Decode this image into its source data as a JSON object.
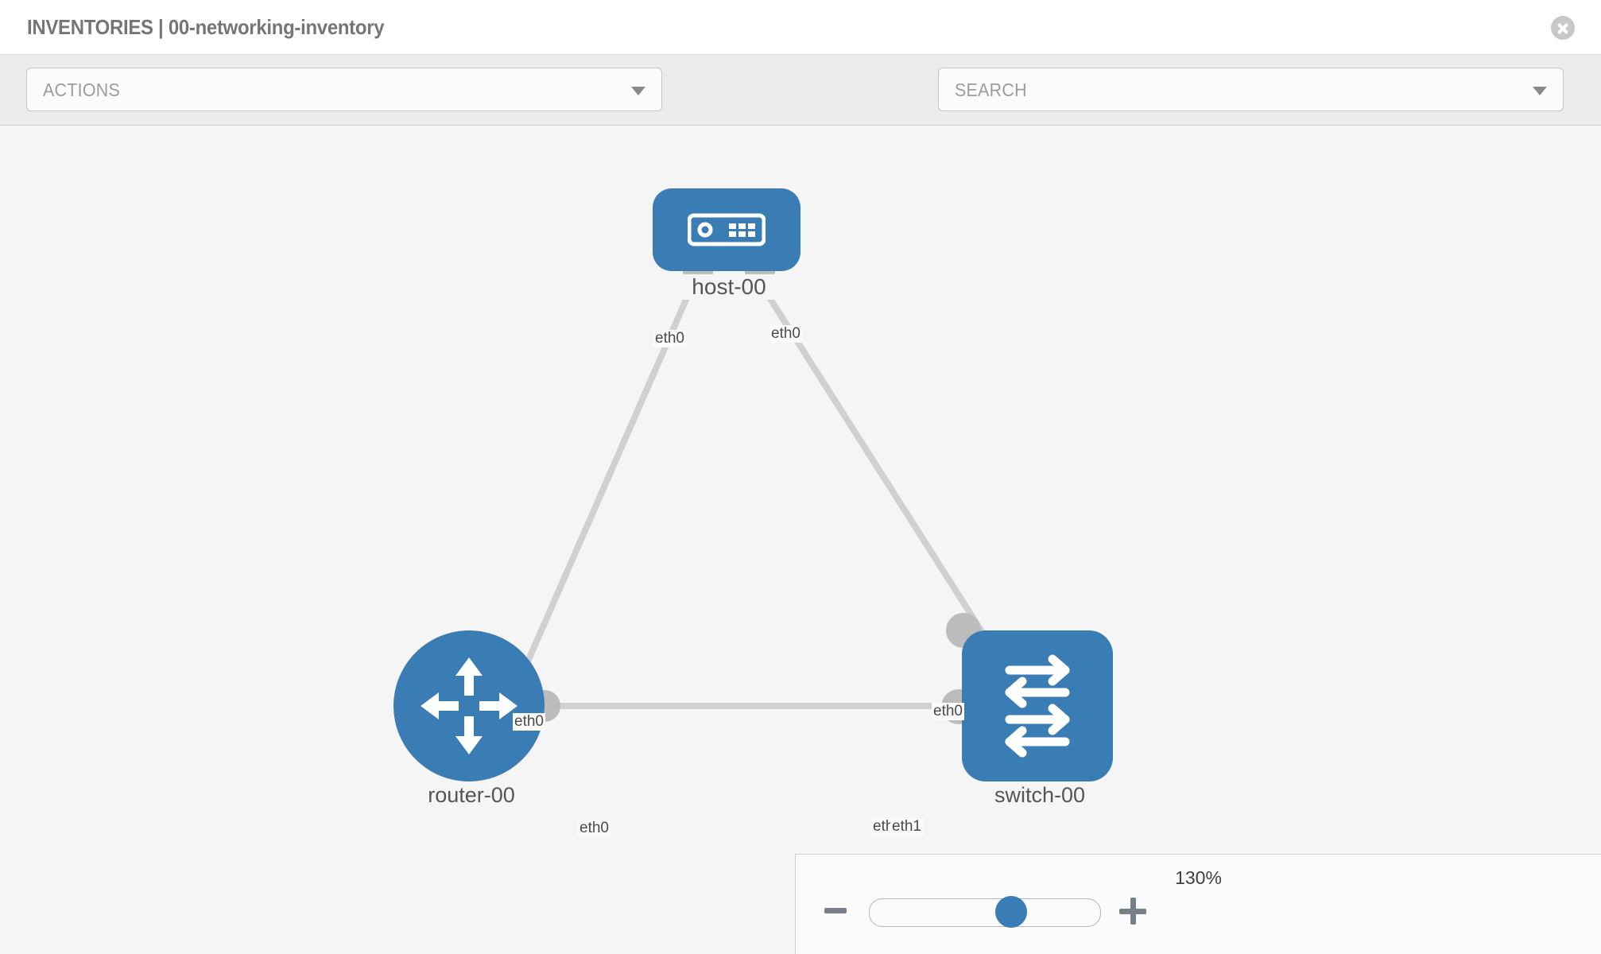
{
  "header": {
    "title": "INVENTORIES | 00-networking-inventory",
    "close_icon": "close-circle-icon"
  },
  "toolbar": {
    "actions_label": "ACTIONS",
    "search_placeholder": "SEARCH",
    "wrench_icon": "wrench-icon",
    "key_icon": "key-icon"
  },
  "topology": {
    "nodes": [
      {
        "id": "host-00",
        "label": "host-00",
        "type": "host",
        "icon": "server-icon"
      },
      {
        "id": "router-00",
        "label": "router-00",
        "type": "router",
        "icon": "router-arrows-icon"
      },
      {
        "id": "switch-00",
        "label": "switch-00",
        "type": "switch",
        "icon": "switch-arrows-icon"
      }
    ],
    "port_labels": {
      "host_left": "eth0",
      "host_right": "eth0",
      "router_up": "eth0",
      "router_right": "eth0",
      "switch_up": "eth0",
      "switch_left_back": "eth0",
      "switch_left_front": "eth1"
    },
    "links": [
      {
        "from": "host-00",
        "from_port": "eth0",
        "to": "router-00",
        "to_port": "eth0"
      },
      {
        "from": "host-00",
        "from_port": "eth0",
        "to": "switch-00",
        "to_port": "eth0"
      },
      {
        "from": "router-00",
        "from_port": "eth0",
        "to": "switch-00",
        "to_port": "eth1"
      }
    ]
  },
  "zoom_control": {
    "level": "130%",
    "minus_label": "zoom-out",
    "plus_label": "zoom-in"
  },
  "colors": {
    "node_blue": "#3a7cb4",
    "port_gray": "#bcbcbc",
    "edge_gray": "#d0d0d0",
    "toolbar_bg": "#ececec",
    "canvas_bg": "#f5f5f5",
    "title_gray": "#757575"
  }
}
